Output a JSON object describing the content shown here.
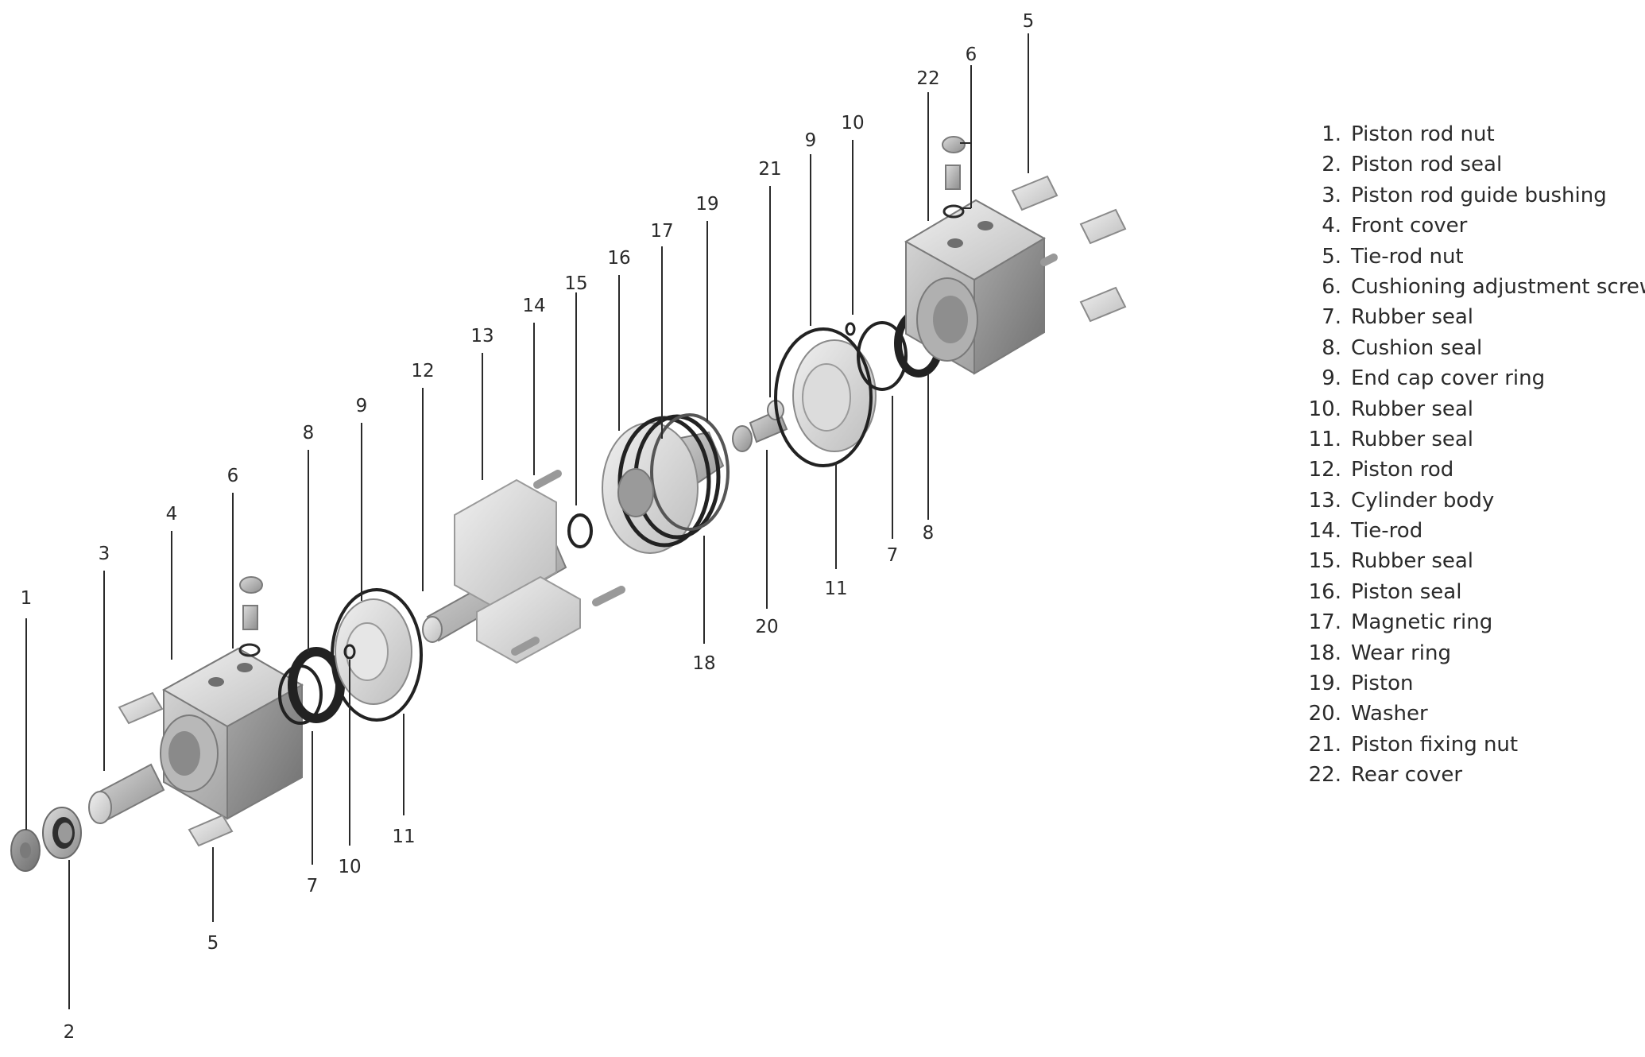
{
  "callouts": [
    "1",
    "2",
    "3",
    "4",
    "5",
    "6",
    "7",
    "8",
    "9",
    "10",
    "11",
    "12",
    "13",
    "14",
    "15",
    "16",
    "17",
    "18",
    "19",
    "20",
    "21",
    "22"
  ],
  "legend": [
    {
      "num": "1.",
      "label": "Piston rod nut"
    },
    {
      "num": "2.",
      "label": "Piston rod seal"
    },
    {
      "num": "3.",
      "label": "Piston rod guide bushing"
    },
    {
      "num": "4.",
      "label": "Front cover"
    },
    {
      "num": "5.",
      "label": "Tie-rod nut"
    },
    {
      "num": "6.",
      "label": "Cushioning adjustment screw"
    },
    {
      "num": "7.",
      "label": "Rubber seal"
    },
    {
      "num": "8.",
      "label": "Cushion seal"
    },
    {
      "num": "9.",
      "label": "End cap cover ring"
    },
    {
      "num": "10.",
      "label": "Rubber seal"
    },
    {
      "num": "11.",
      "label": "Rubber seal"
    },
    {
      "num": "12.",
      "label": "Piston rod"
    },
    {
      "num": "13.",
      "label": "Cylinder body"
    },
    {
      "num": "14.",
      "label": "Tie-rod"
    },
    {
      "num": "15.",
      "label": "Rubber seal"
    },
    {
      "num": "16.",
      "label": "Piston seal"
    },
    {
      "num": "17.",
      "label": "Magnetic ring"
    },
    {
      "num": "18.",
      "label": "Wear ring"
    },
    {
      "num": "19.",
      "label": "Piston"
    },
    {
      "num": "20.",
      "label": "Washer"
    },
    {
      "num": "21.",
      "label": "Piston fixing nut"
    },
    {
      "num": "22.",
      "label": "Rear cover"
    }
  ]
}
